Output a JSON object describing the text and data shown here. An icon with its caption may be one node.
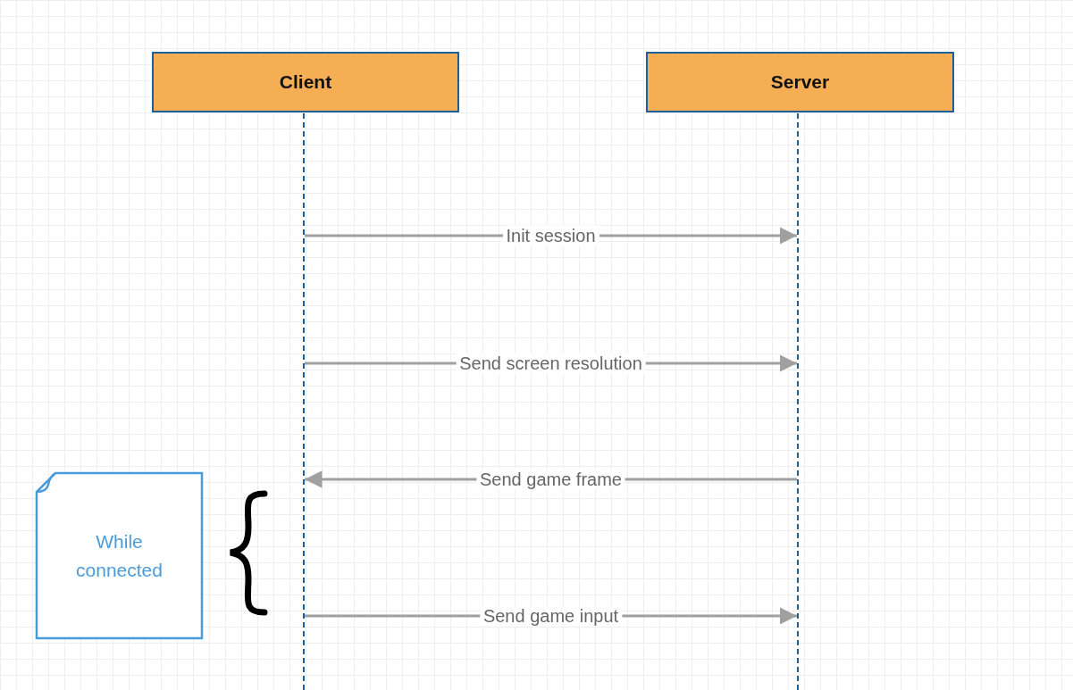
{
  "diagram": {
    "nodes": [
      {
        "text": [
          "Client"
        ]
      },
      {
        "text": [
          "Server"
        ]
      },
      {
        "text": [],
        "shape": "line"
      },
      {
        "text": [],
        "shape": "line"
      },
      {
        "text": [
          "While connected"
        ]
      }
    ],
    "edges": [
      {
        "from": 2,
        "to": 3,
        "arrow": "to",
        "label": "Init session"
      },
      {
        "from": 2,
        "to": 3,
        "arrow": "to",
        "label": "Send screen resolution"
      },
      {
        "from": 3,
        "to": 2,
        "arrow": "to",
        "label": "Send game frame"
      },
      {
        "from": 2,
        "to": 3,
        "arrow": "to",
        "label": "Send game input"
      }
    ]
  }
}
